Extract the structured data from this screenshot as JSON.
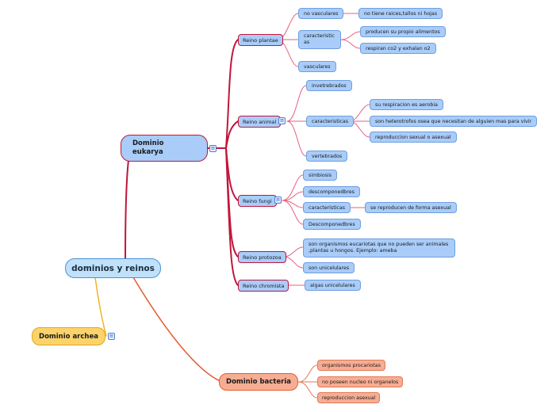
{
  "central": {
    "label": "dominios y reinos"
  },
  "dominio_eukarya": {
    "label": "Dominio eukarya"
  },
  "dominio_archea": {
    "label": "Dominio archea"
  },
  "dominio_bacteria": {
    "label": "Dominio bacteria",
    "items": [
      "organismos procariotas",
      "no poseen nucleo ni organelos",
      "reproduccion asexual"
    ]
  },
  "plantae": {
    "label": "Reino plantae",
    "no_vasculares": "no vasculares",
    "no_vasculares_detail": "no tiene raices,tallos ni hojas",
    "caracteristicas": "caracteristicas",
    "caracteristicas_items": [
      "producen su propio alimentos",
      "respiran co2 y  exhalan o2"
    ],
    "vasculares": "vasculares"
  },
  "animal": {
    "label": "Reino animal",
    "invertebrados": "invetrebrados",
    "caracteristicas": "caracteristicas",
    "caracteristicas_items": [
      "su respiracion es aerobia",
      "son heterotrofos osea que necesitan de alguien mas para vivir",
      "reproduccion sexual o asexual"
    ],
    "vertebrados": "vertebrados"
  },
  "fungi": {
    "label": "Reino fungi",
    "items": [
      "simbiosis",
      "descomponedbres",
      "caracteristicas",
      "Descomponedbres"
    ],
    "caracteristicas_detail": "se reproducen de forma asexual"
  },
  "protozoa": {
    "label": "Reino protozoa",
    "detail": "son  organismos eucariotas que no pueden ser animales ,plantas u hongos. Ejemplo: ameba",
    "unicelulares": "son unicelulares"
  },
  "chromista": {
    "label": "Reino chromista",
    "detail": "algas unicelulares"
  },
  "colors": {
    "eukarya_branch": "#c0163c",
    "central_branch": "#c0163c",
    "archea_branch": "#f0b429",
    "bacteria_branch": "#e55a33",
    "subnode_line": "#e5627e"
  },
  "icons": [
    "collapse-icon"
  ]
}
